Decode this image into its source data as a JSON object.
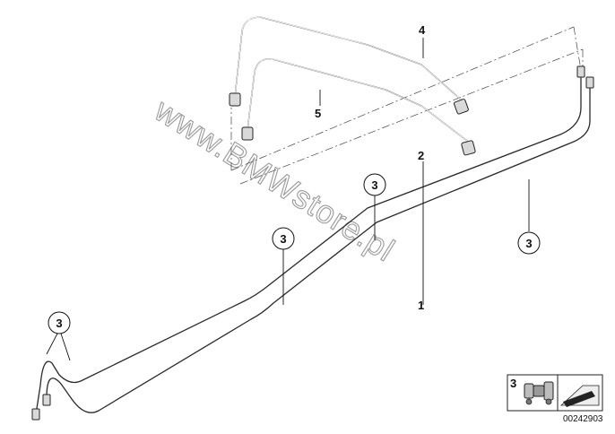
{
  "labels": {
    "part_1": "1",
    "part_2": "2",
    "part_3": "3",
    "part_4": "4",
    "part_5": "5"
  },
  "inset": {
    "number": "3",
    "code": "00242903"
  },
  "watermark": "www.BMWstore.pl"
}
